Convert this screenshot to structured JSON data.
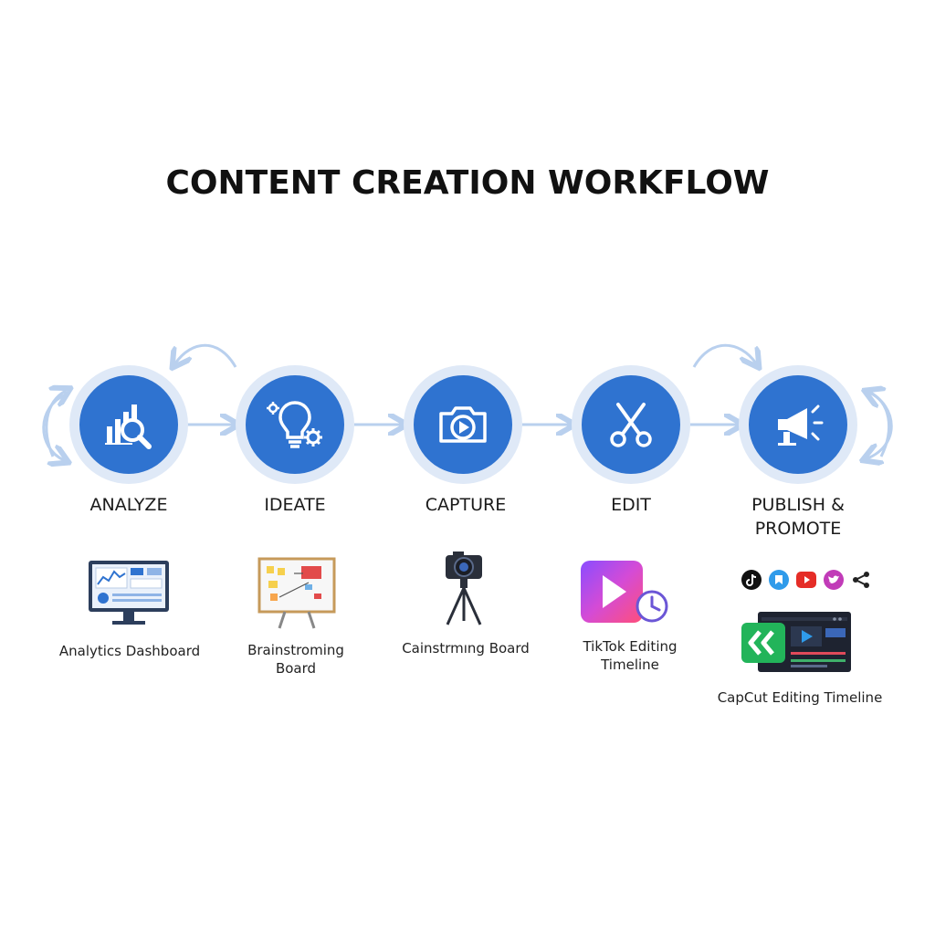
{
  "title": "CONTENT CREATION WORKFLOW",
  "colors": {
    "accent": "#2f73d0",
    "halo": "#dfe9f7",
    "connector": "#b9d0ee",
    "text": "#1b1b1b"
  },
  "steps": [
    {
      "label": "ANALYZE",
      "icon": "magnifier-bar-chart-icon"
    },
    {
      "label": "IDEATE",
      "icon": "lightbulb-gears-icon"
    },
    {
      "label": "CAPTURE",
      "icon": "camera-play-icon"
    },
    {
      "label": "EDIT",
      "icon": "scissors-icon"
    },
    {
      "label": "PUBLISH &\nPROMOTE",
      "icon": "megaphone-icon"
    }
  ],
  "tools": [
    {
      "label": "Analytics Dashboard",
      "icon": "monitor-dashboard-icon"
    },
    {
      "label": "Brainstroming\nBoard",
      "icon": "whiteboard-icon"
    },
    {
      "label": "Cainstrmıng Board",
      "icon": "camera-tripod-icon"
    },
    {
      "label": "TikTok Editing\nTimeline",
      "icon": "tiktok-play-clock-icon"
    },
    {
      "label": "CapCut Editing Timeline",
      "icon": "capcut-editor-icon"
    }
  ],
  "social_icons": [
    "tiktok-icon",
    "bookmark-icon",
    "youtube-icon",
    "twitter-icon",
    "share-icon"
  ]
}
